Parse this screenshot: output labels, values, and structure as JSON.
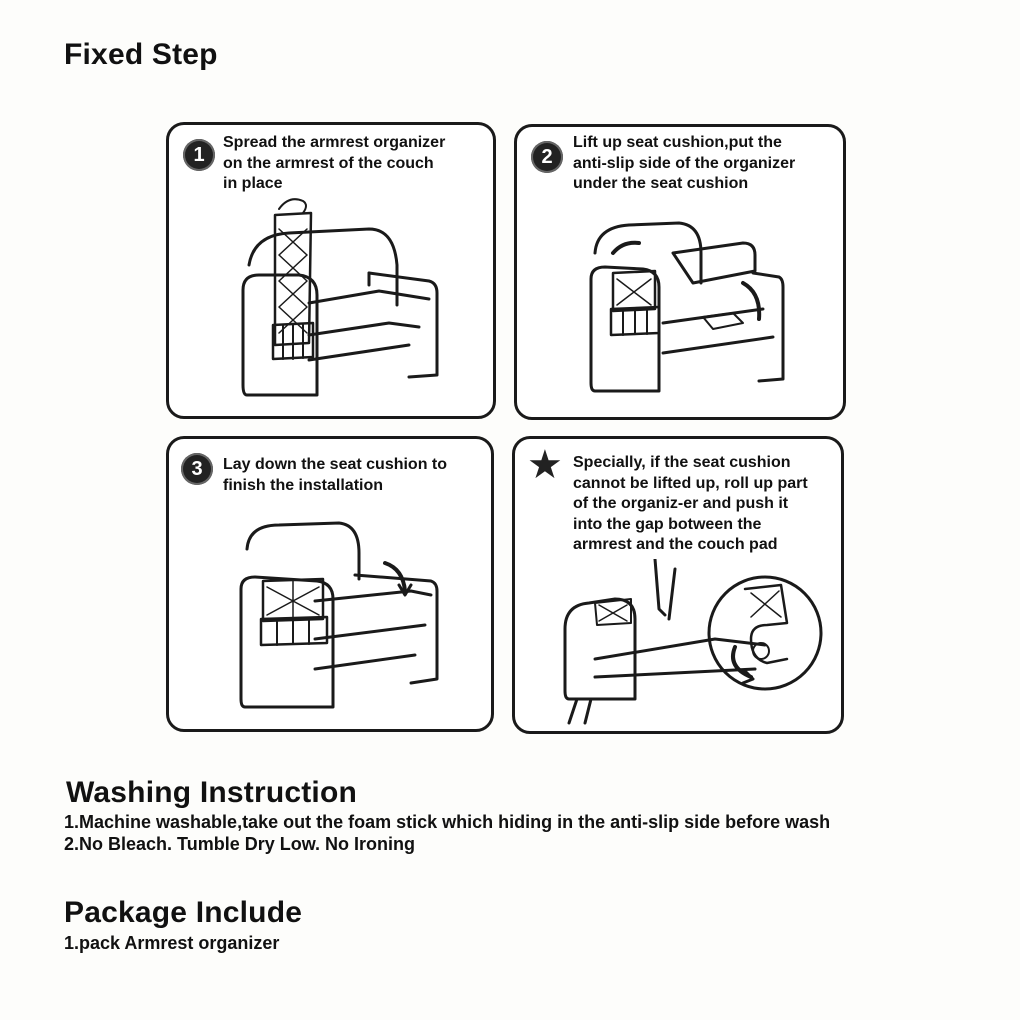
{
  "title": "Fixed Step",
  "steps": [
    {
      "badge": "1",
      "lines": [
        "Spread the armrest organizer",
        "on the armrest of the couch",
        "in place"
      ]
    },
    {
      "badge": "2",
      "lines": [
        "Lift up seat cushion,put the",
        "anti-slip side of the organizer",
        "under the seat cushion"
      ]
    },
    {
      "badge": "3",
      "lines": [
        "Lay down the seat cushion to",
        "finish the installation"
      ]
    },
    {
      "badge": "★",
      "lines": [
        "Specially, if the seat cushion",
        "cannot be lifted up, roll up part",
        "of the organiz-er and push it",
        "into the gap botween the",
        "armrest and the couch pad"
      ]
    }
  ],
  "washing": {
    "title": "Washing Instruction",
    "items": [
      "1.Machine washable,take out the foam stick which hiding in the anti-slip side before wash",
      "2.No Bleach. Tumble Dry Low. No Ironing"
    ]
  },
  "package": {
    "title": "Package Include",
    "items": [
      "1.pack Armrest organizer"
    ]
  },
  "icons": {
    "badge_color": "#222222",
    "star_icon": "star-icon",
    "chair_icon": "armchair-icon",
    "arrow_icon": "curved-arrow-icon"
  }
}
